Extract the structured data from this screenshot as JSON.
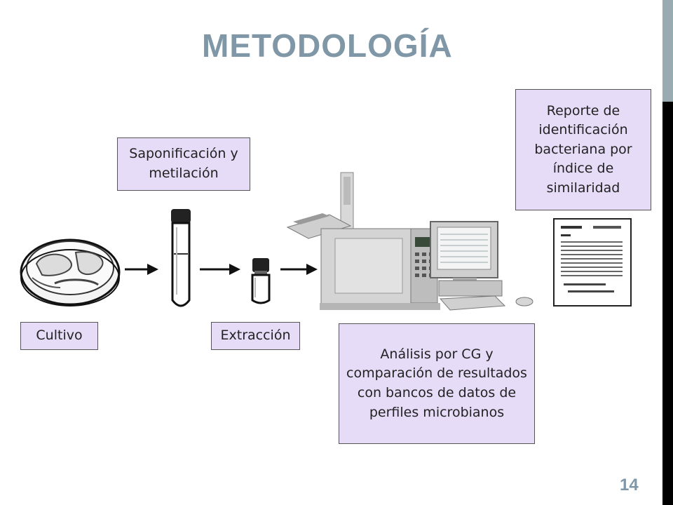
{
  "slide": {
    "title": "METODOLOGÍA",
    "page_number": "14"
  },
  "labels": {
    "cultivo": "Cultivo",
    "saponificacion": "Saponificación y metilación",
    "extraccion": "Extracción",
    "analisis": "Análisis por CG y comparación de resultados con bancos de datos de perfiles microbianos",
    "reporte": "Reporte de identificación bacteriana por índice de similaridad"
  },
  "colors": {
    "title": "#7f97a6",
    "label_fill": "#e6dcf8",
    "sidebar_top": "#9aaab3",
    "sidebar_bottom": "#000000"
  }
}
